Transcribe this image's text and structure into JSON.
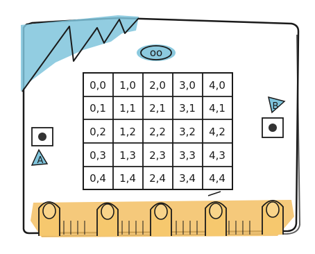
{
  "board": {
    "button_a_label": "A",
    "button_b_label": "B",
    "logo_text": "oo"
  },
  "led_grid": {
    "rows": [
      [
        "0,0",
        "1,0",
        "2,0",
        "3,0",
        "4,0"
      ],
      [
        "0,1",
        "1,1",
        "2,1",
        "3,1",
        "4,1"
      ],
      [
        "0,2",
        "1,2",
        "2,2",
        "3,2",
        "4,2"
      ],
      [
        "0,3",
        "1,3",
        "2,3",
        "3,3",
        "4,3"
      ],
      [
        "0,4",
        "1,4",
        "2,4",
        "3,4",
        "4,4"
      ]
    ]
  },
  "colors": {
    "outline": "#1a1a1a",
    "blue_wash": "#7fc4dc",
    "gold_edge": "#f3c064",
    "pad": "#f6c86e"
  }
}
